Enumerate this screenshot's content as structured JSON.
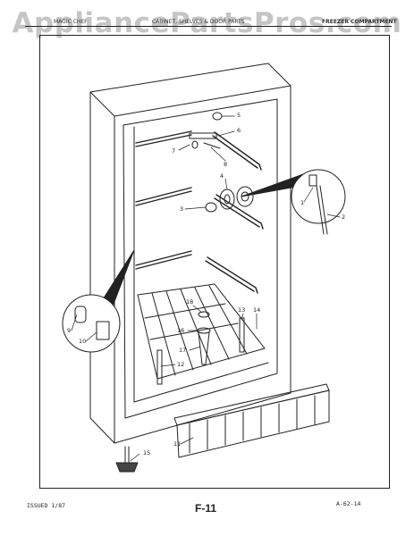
{
  "watermark": "AppliancePartsPros.com",
  "header": {
    "left": "MAGIC CHEF",
    "middle": "CABINET, SHELVES & DOOR PARTS",
    "right": "FREEZER COMPARTMENT"
  },
  "callouts": [
    "1",
    "2",
    "3",
    "4",
    "5",
    "6",
    "7",
    "8",
    "9",
    "10",
    "11",
    "12",
    "13",
    "14",
    "15",
    "16",
    "17",
    "18"
  ],
  "footer": {
    "issued": "ISSUED 1/87",
    "page": "F-11",
    "code": "A-62-14"
  }
}
